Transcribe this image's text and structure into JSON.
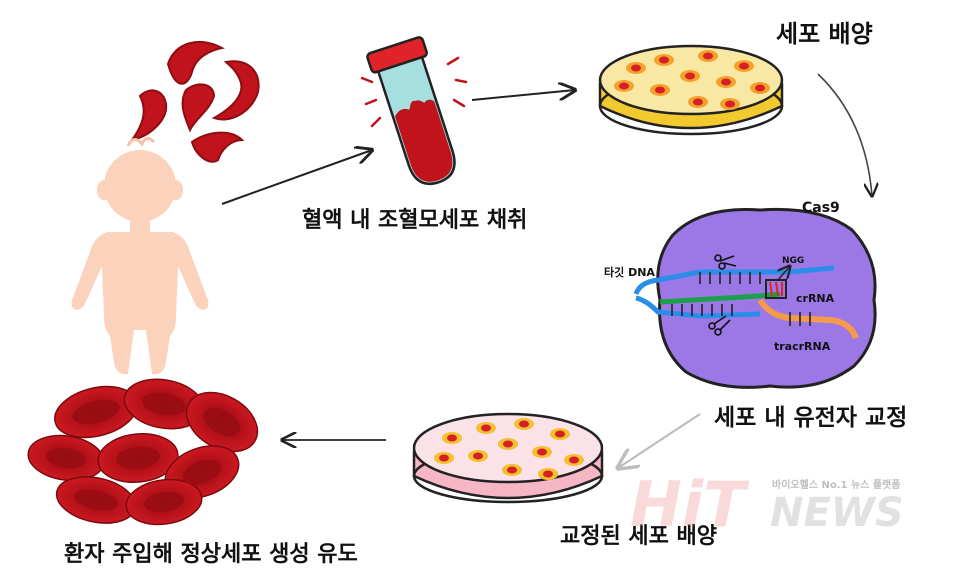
{
  "steps": {
    "blood_draw": "혈액 내 조혈모세포 채취",
    "culture": "세포 배양",
    "edit": "세포 내 유전자 교정",
    "edited_culture": "교정된 세포 배양",
    "infusion": "환자 주입해 정상세포 생성 유도"
  },
  "crispr": {
    "cas9": "Cas9",
    "target_dna": "타깃 DNA",
    "pam": "NGG",
    "crrna": "crRNA",
    "tracrrna": "tracrRNA"
  },
  "watermark": {
    "tagline": "바이오헬스 No.1 뉴스 플랫폼",
    "brand_hit": "HiT",
    "brand_news": "NEWS"
  },
  "colors": {
    "blood_red": "#c0131b",
    "child_skin": "#fbd3bd",
    "cas9_purple": "#9b78e6",
    "dish_yellow": "#f6d84a",
    "dish_pink": "#f7c8d4",
    "tube_blue": "#a6dfe0"
  }
}
